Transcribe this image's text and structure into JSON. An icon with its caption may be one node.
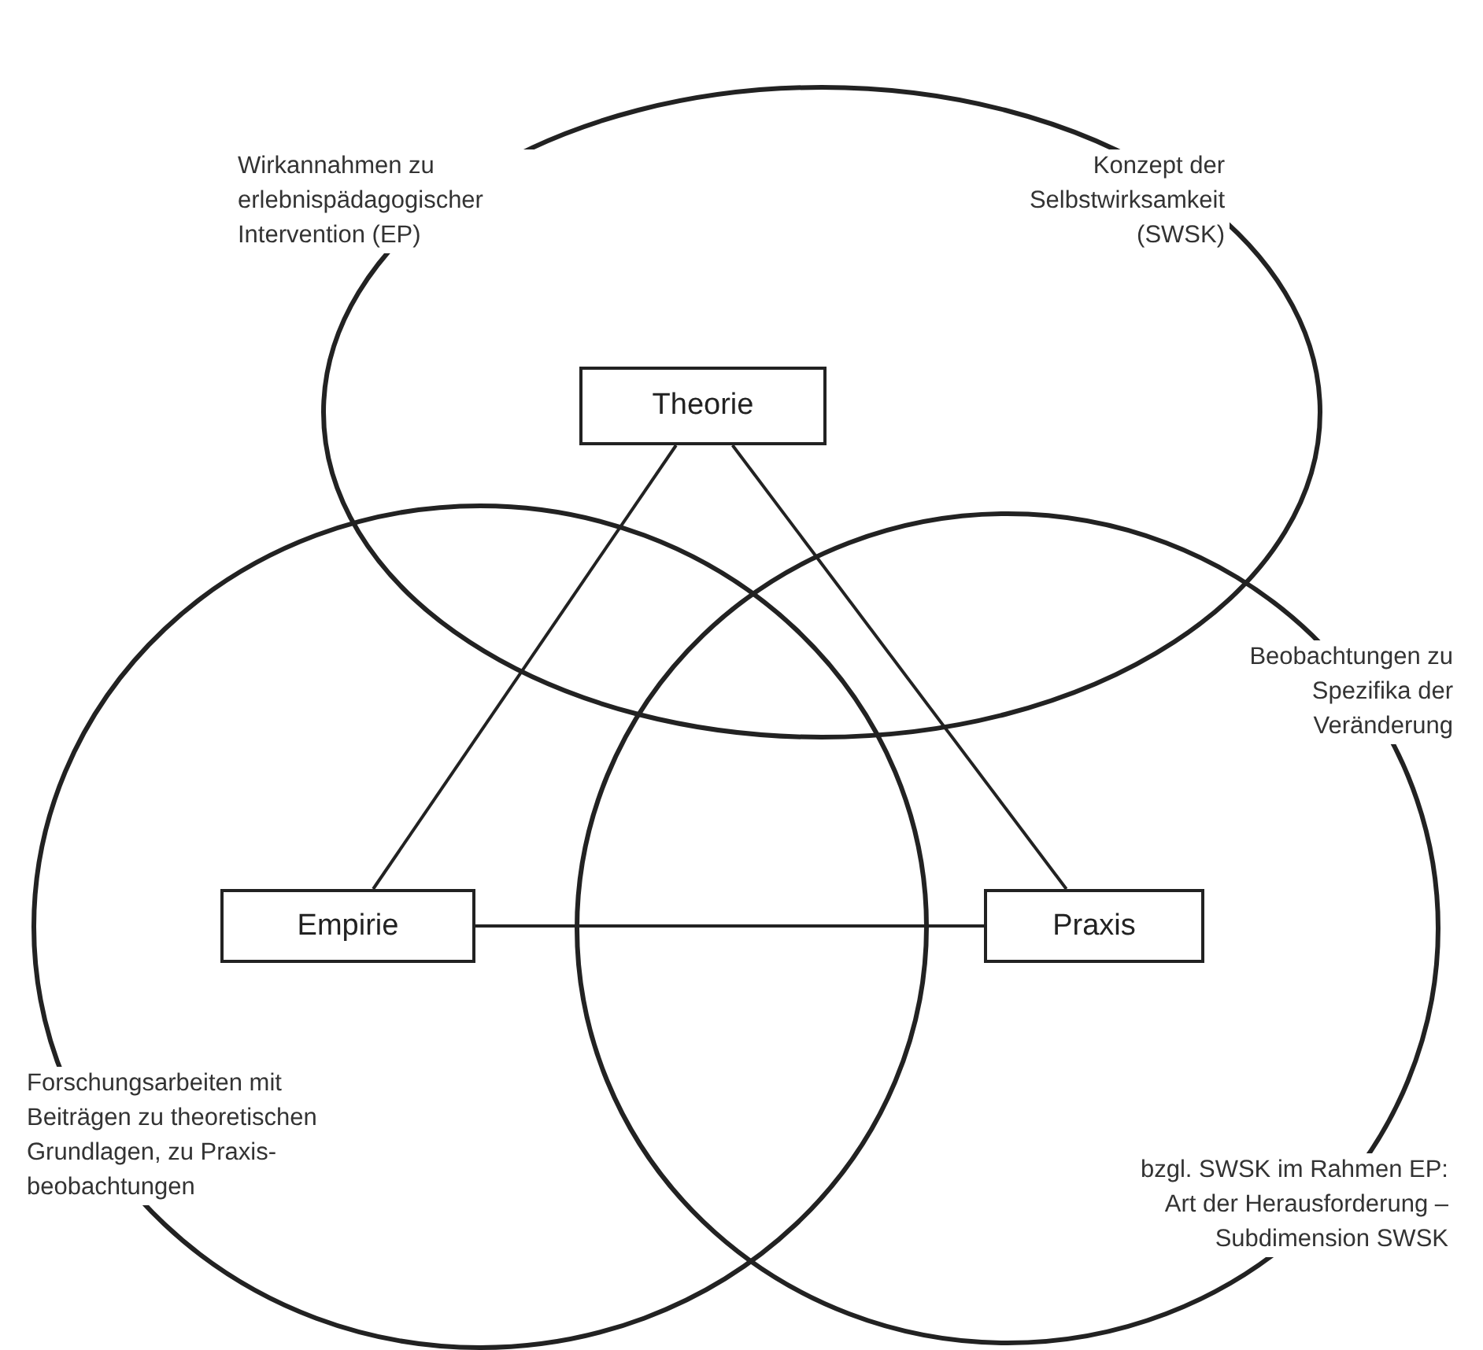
{
  "diagram": {
    "nodes": [
      {
        "text": [
          "Wirkannahmen zu erlebnispädagogischer Intervention (EP)",
          "Konzept der Selbstwirksamkeit (SWSK)"
        ]
      },
      {
        "text": [
          "Forschungsarbeiten mit Beiträgen zu theoretischen Grundlagen, zu Praxis- beobachtungen"
        ]
      },
      {
        "text": [
          "Beobachtungen zu Spezifika der Veränderung",
          "bzgl. SWSK im Rahmen EP: Art der Herausforderung – Subdimension SWSK"
        ]
      },
      {
        "text": [
          "Theorie"
        ],
        "in": 0
      },
      {
        "text": [
          "Empirie"
        ],
        "in": 1
      },
      {
        "text": [
          "Praxis"
        ],
        "in": 2
      }
    ],
    "edges": [
      {
        "from": 3,
        "to": 4,
        "arrow": "none"
      },
      {
        "from": 3,
        "to": 5,
        "arrow": "none"
      },
      {
        "from": 4,
        "to": 5,
        "arrow": "none"
      }
    ]
  }
}
